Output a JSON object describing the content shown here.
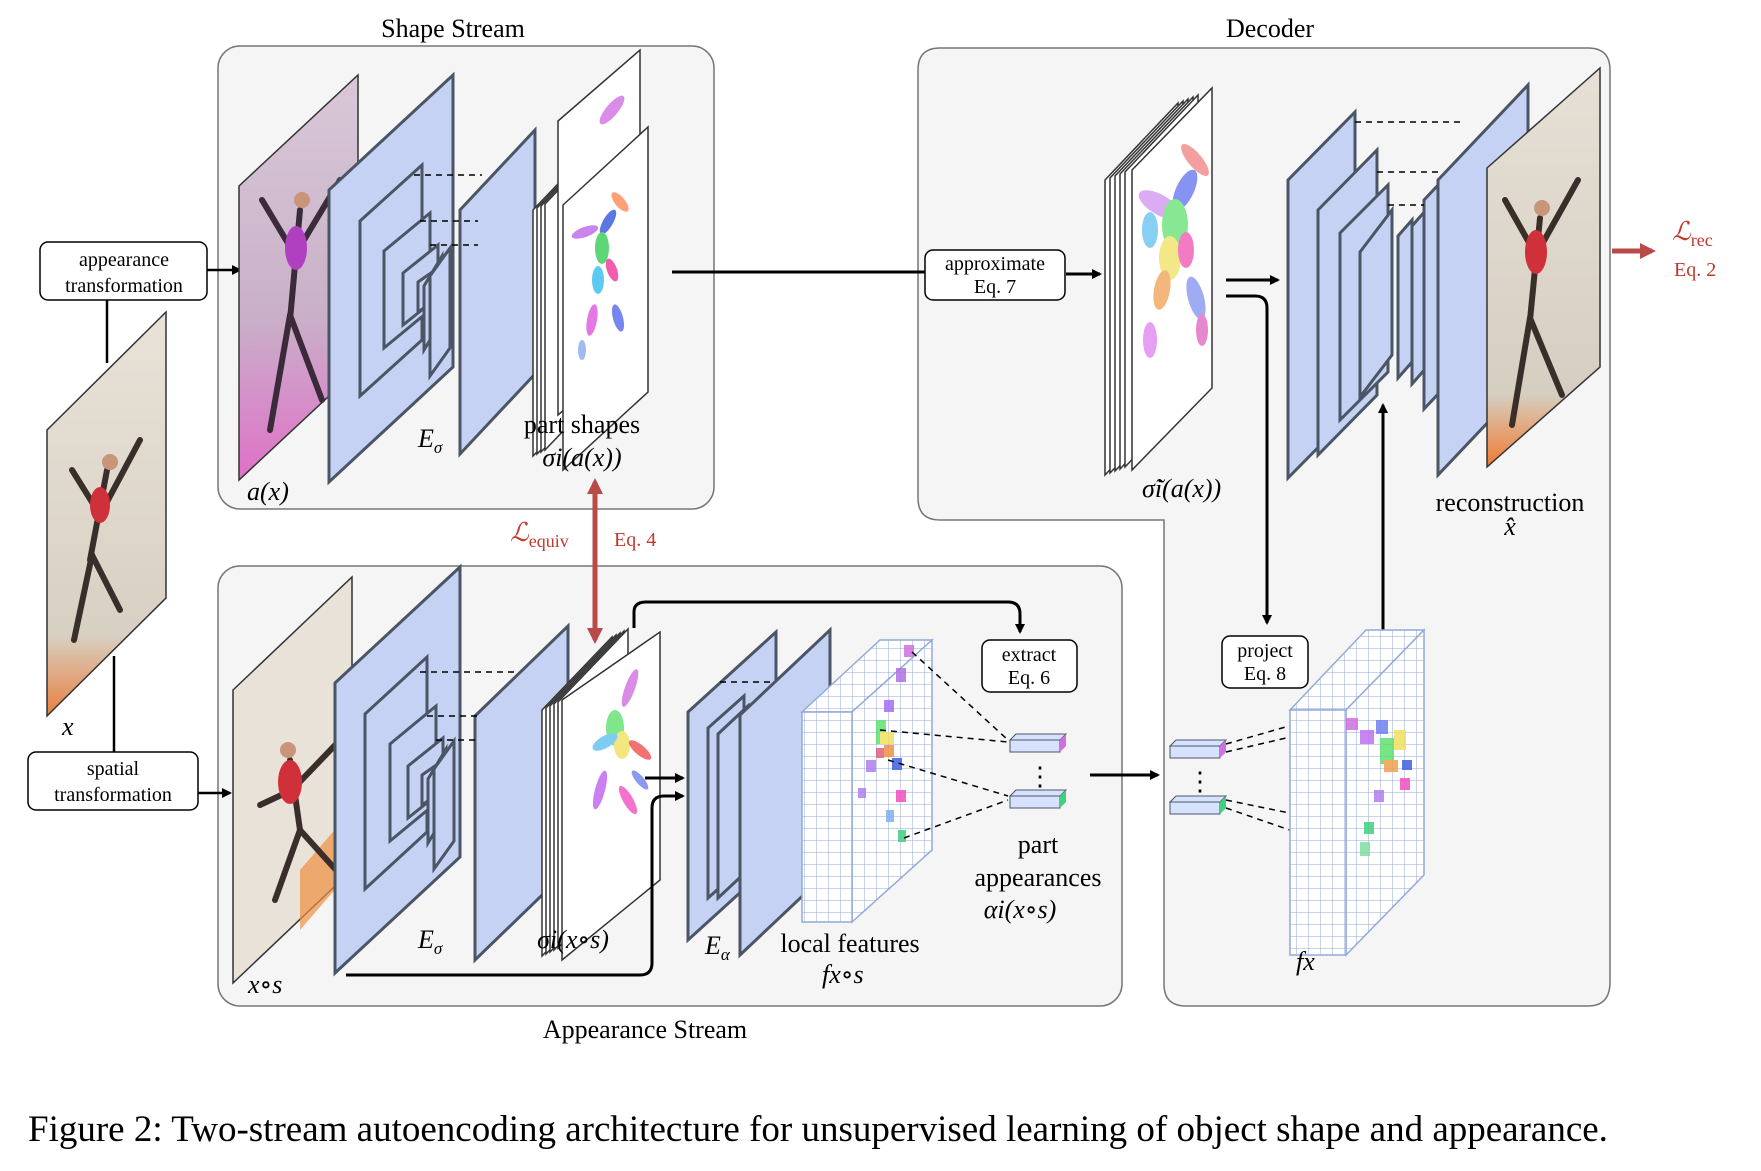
{
  "colors": {
    "panel_fill": "#f5f5f5",
    "panel_stroke": "#777777",
    "layer_fill": "#c6d2f3",
    "layer_stroke": "#4a5566",
    "loss_red": "#b94a48",
    "grid_blue": "#93a9d9"
  },
  "panels": {
    "shape_stream": "Shape Stream",
    "decoder": "Decoder",
    "appearance_stream": "Appearance Stream"
  },
  "boxes": {
    "appearance_transformation": [
      "appearance",
      "transformation"
    ],
    "spatial_transformation": [
      "spatial",
      "transformation"
    ],
    "approximate": [
      "approximate",
      "Eq. 7"
    ],
    "extract": [
      "extract",
      "Eq. 6"
    ],
    "project": [
      "project",
      "Eq. 8"
    ]
  },
  "labels": {
    "x": "x",
    "a_x": "a(x)",
    "x_s": "x∘s",
    "E_sigma": "E",
    "E_sigma_sub": "σ",
    "E_alpha": "E",
    "E_alpha_sub": "α",
    "part_shapes": "part  shapes",
    "sigma_ax": "σi(a(x))",
    "sigma_tilde": "σ̃i(a(x))",
    "sigma_xs": "σi(x∘s)",
    "local_features": "local features",
    "f_xs": "fx∘s",
    "part": "part",
    "appearances": "appearances",
    "alpha_xs": "αi(x∘s)",
    "f_x": "fx",
    "reconstruction": "reconstruction",
    "x_hat": "x̂",
    "dots": "⋮"
  },
  "losses": {
    "rec": {
      "symbol": "ℒ",
      "sub": "rec",
      "eq": "Eq. 2"
    },
    "equiv": {
      "symbol": "ℒ",
      "sub": "equiv",
      "eq": "Eq. 4"
    }
  },
  "caption": "Figure 2: Two-stream autoencoding architecture for unsupervised learning of object shape and appearance."
}
